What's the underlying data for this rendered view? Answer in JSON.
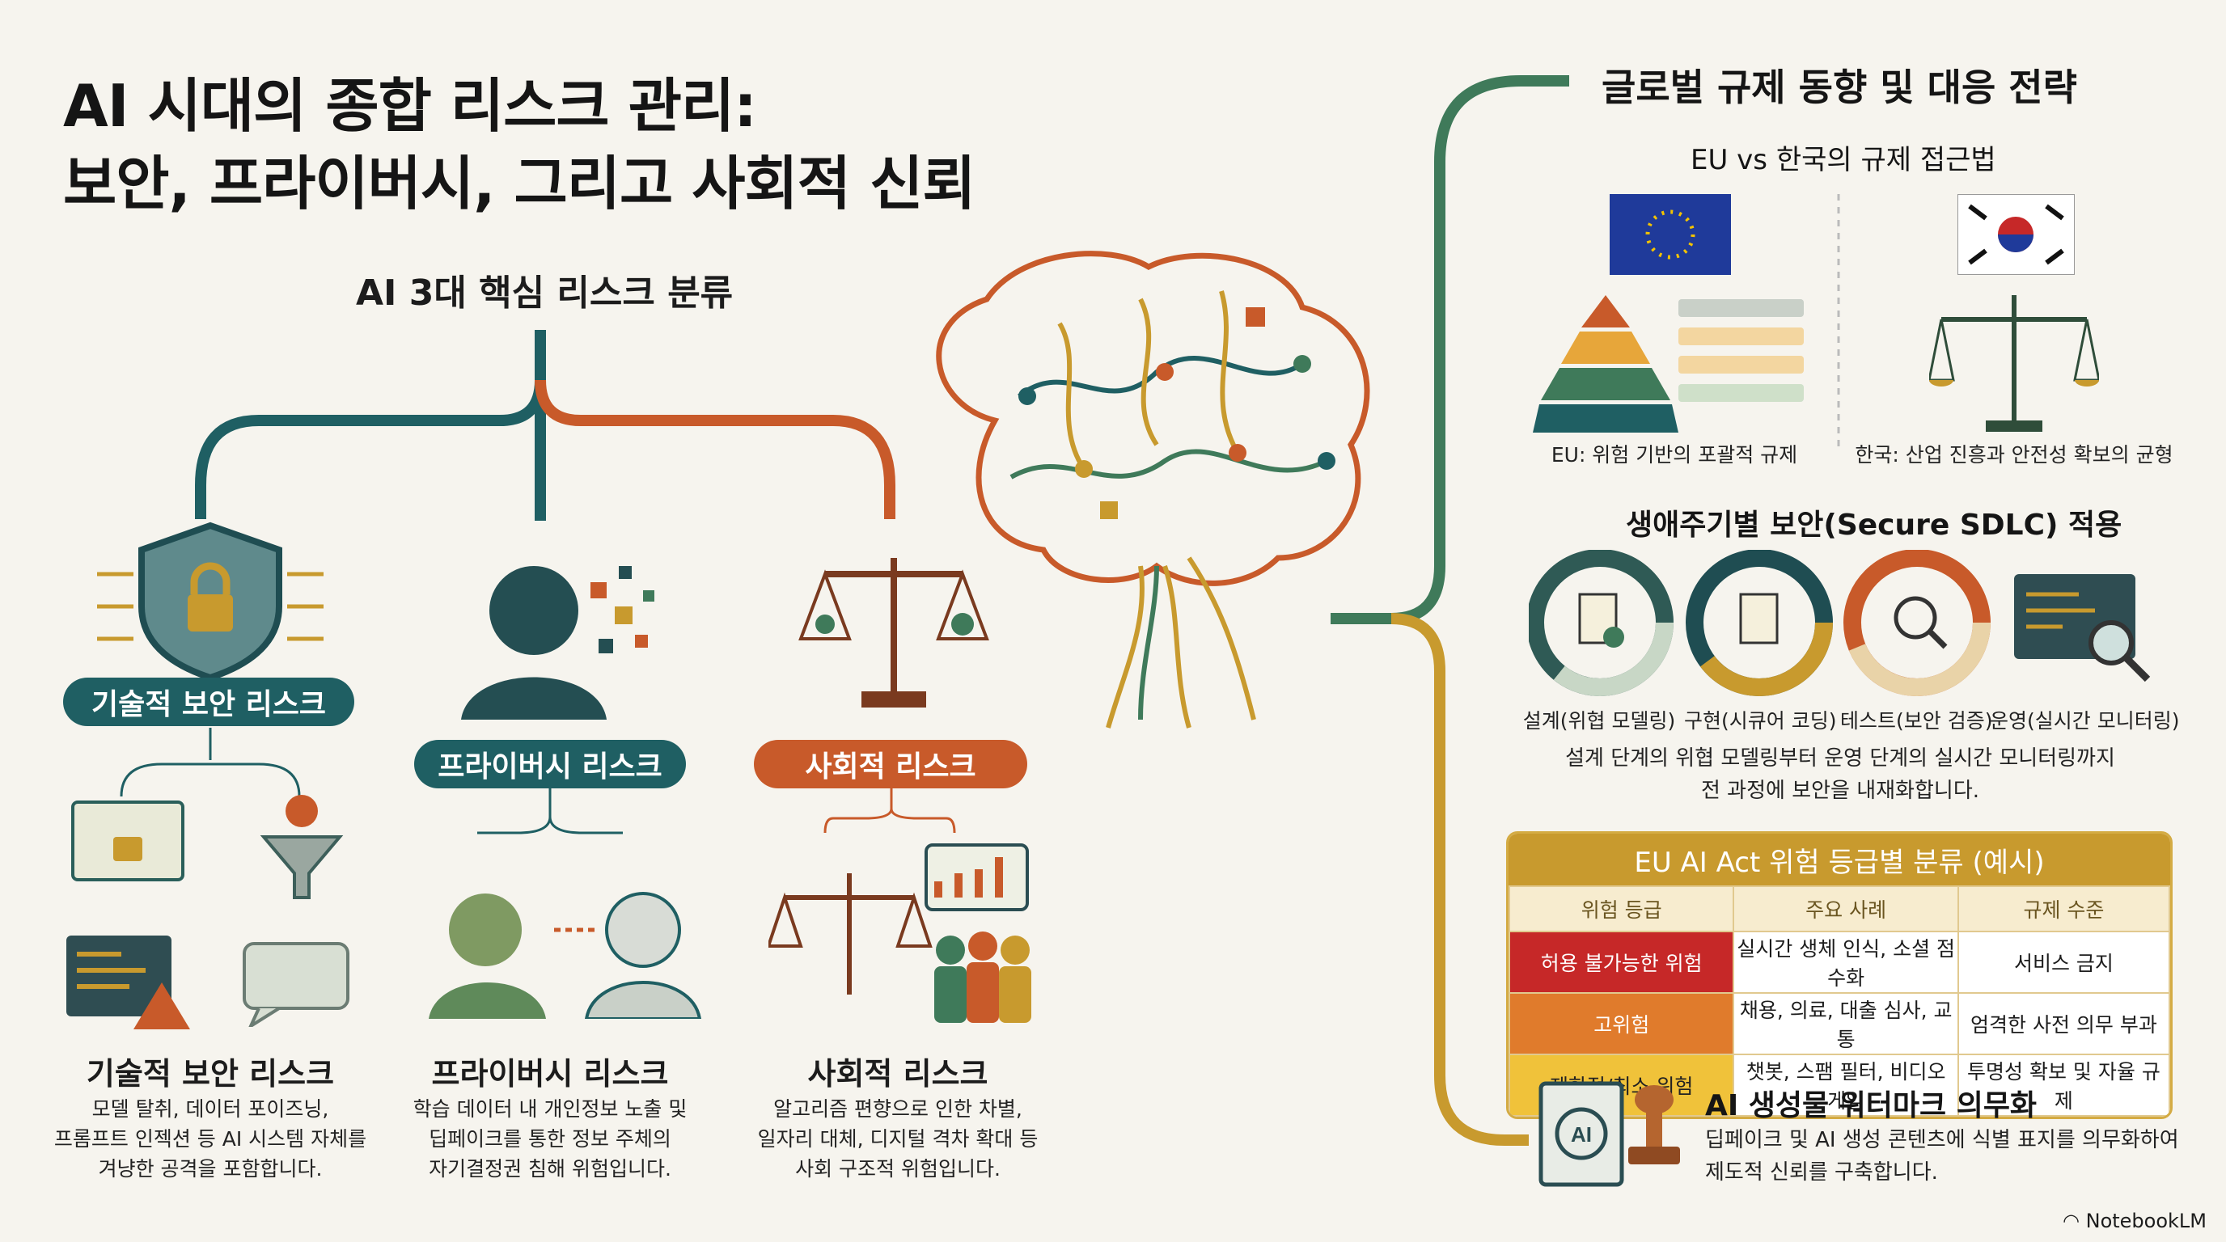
{
  "title_line1": "AI 시대의 종합 리스크 관리:",
  "title_line2": "보안, 프라이버시, 그리고 사회적 신뢰",
  "risk_section_title": "AI 3대 핵심 리스크 분류",
  "colors": {
    "teal": "#1f5f63",
    "orange": "#c85a2a",
    "green": "#3f7a5a",
    "gold": "#c89a2e",
    "red": "#c62828"
  },
  "risks": [
    {
      "pill": "기술적 보안 리스크",
      "title": "기술적 보안 리스크",
      "desc": [
        "모델 탈취, 데이터 포이즈닝,",
        "프롬프트 인젝션 등 AI 시스템 자체를",
        "겨냥한 공격을 포함합니다."
      ]
    },
    {
      "pill": "프라이버시 리스크",
      "title": "프라이버시 리스크",
      "desc": [
        "학습 데이터 내 개인정보 노출 및",
        "딥페이크를 통한 정보 주체의",
        "자기결정권 침해 위험입니다."
      ]
    },
    {
      "pill": "사회적 리스크",
      "title": "사회적 리스크",
      "desc": [
        "알고리즘 편향으로 인한 차별,",
        "일자리 대체, 디지털 격차 확대 등",
        "사회 구조적 위험입니다."
      ]
    }
  ],
  "global": {
    "title": "글로벌 규제 동향 및 대응 전략",
    "compare_title": "EU vs 한국의 규제 접근법",
    "eu_caption": "EU: 위험 기반의 포괄적 규제",
    "kr_caption": "한국: 산업 진흥과 안전성 확보의 균형"
  },
  "sdlc": {
    "title": "생애주기별 보안(Secure SDLC) 적용",
    "stages": [
      "설계(위협 모델링)",
      "구현(시큐어 코딩)",
      "테스트(보안 검증)",
      "운영(실시간 모니터링)"
    ],
    "desc": [
      "설계 단계의 위협 모델링부터 운영 단계의 실시간 모니터링까지",
      "전 과정에 보안을 내재화합니다."
    ]
  },
  "table": {
    "title": "EU AI Act 위험 등급별 분류 (예시)",
    "headers": [
      "위험 등급",
      "주요 사례",
      "규제 수준"
    ],
    "rows": [
      {
        "level": "허용 불가능한 위험",
        "example": "실시간 생체 인식, 소셜 점수화",
        "regulation": "서비스 금지",
        "color": "#c62828"
      },
      {
        "level": "고위험",
        "example": "채용, 의료, 대출 심사, 교통",
        "regulation": "엄격한 사전 의무 부과",
        "color": "#e07b2c"
      },
      {
        "level": "제한적/최소 위험",
        "example": "챗봇, 스팸 필터, 비디오 게임",
        "regulation": "투명성 확보 및 자율 규제",
        "color": "#f0c23a"
      }
    ]
  },
  "watermark": {
    "title": "AI 생성물 워터마크 의무화",
    "desc": [
      "딥페이크 및 AI 생성 콘텐츠에 식별 표지를 의무화하여",
      "제도적 신뢰를 구축합니다."
    ],
    "icon_text": "AI"
  },
  "brand": "NotebookLM"
}
